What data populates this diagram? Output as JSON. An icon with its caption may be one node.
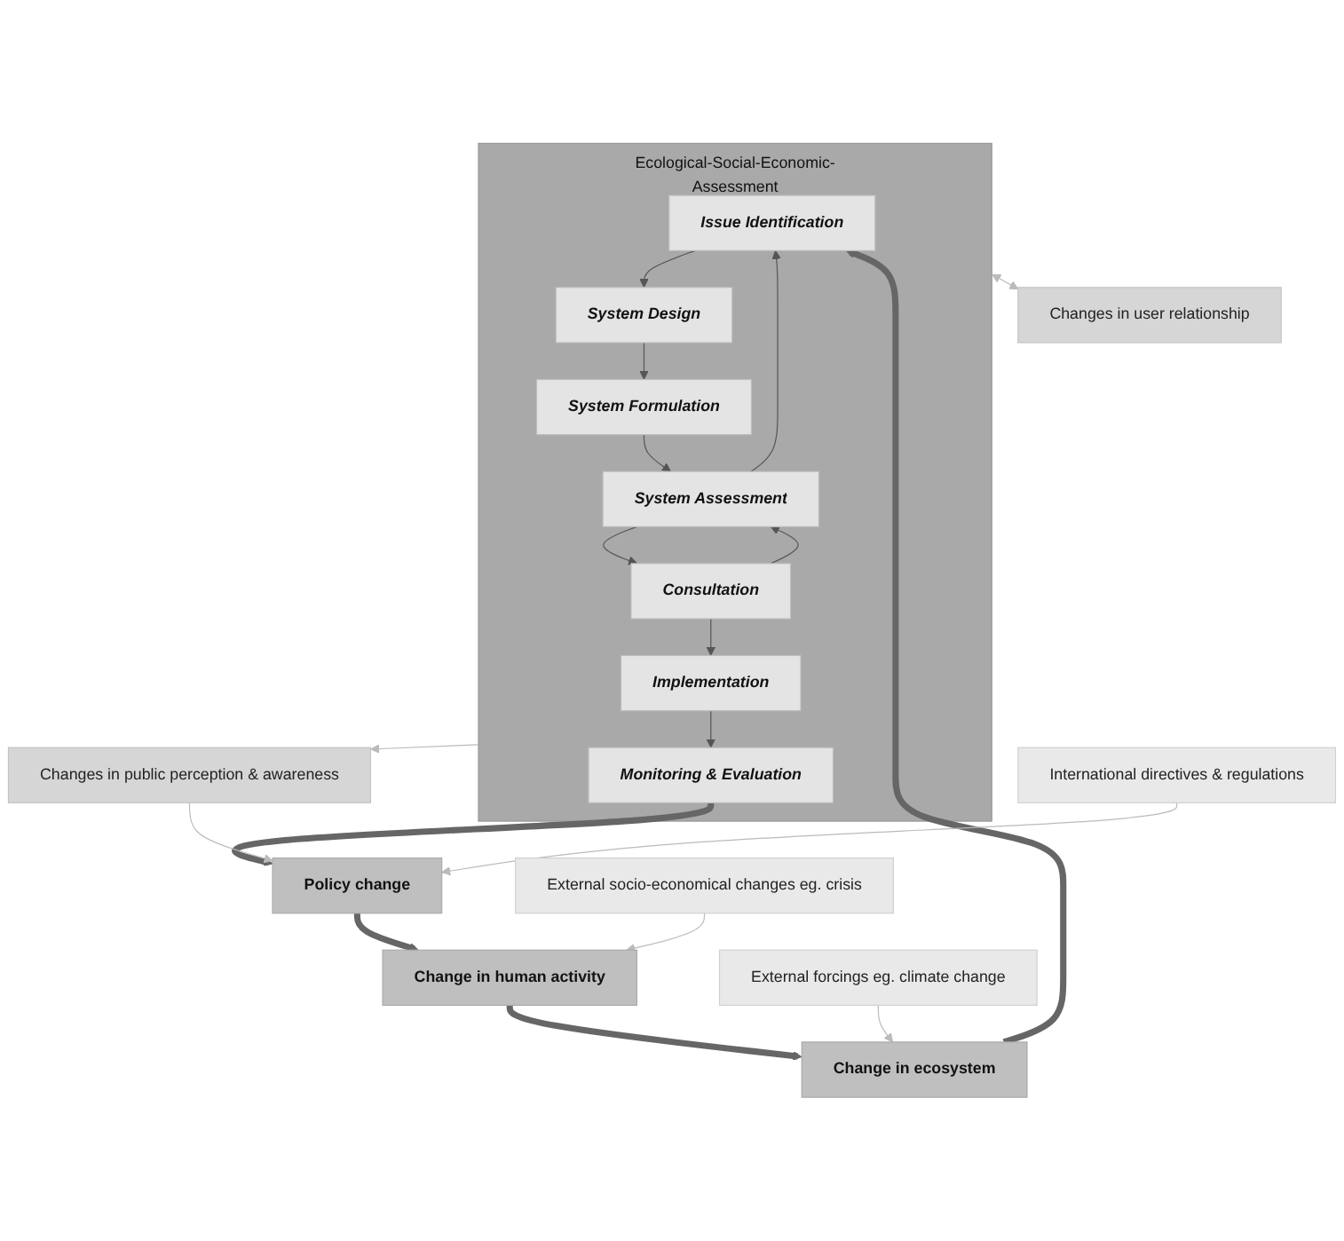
{
  "diagram": {
    "nodes": [
      {
        "text": [
          "Changes in user relationship"
        ]
      },
      {
        "text": [
          "Ecological-Social-Economic-Assessment"
        ]
      },
      {
        "text": [
          "Issue Identification"
        ],
        "in": 1
      },
      {
        "text": [
          "System Design"
        ],
        "in": 1
      },
      {
        "text": [
          "System Formulation"
        ],
        "in": 1
      },
      {
        "text": [
          "System Assessment"
        ],
        "in": 1
      },
      {
        "text": [
          "Consultation"
        ],
        "in": 1
      },
      {
        "text": [
          "Implementation"
        ],
        "in": 1
      },
      {
        "text": [
          "Monitoring & Evaluation"
        ],
        "in": 1
      },
      {
        "text": [
          "External forcings eg. climate change"
        ]
      },
      {
        "text": [
          "External socio-economical changes eg. crisis"
        ]
      },
      {
        "text": [
          "Change in ecosystem"
        ]
      },
      {
        "text": [
          "Change in human activity"
        ]
      },
      {
        "text": [
          "Policy change"
        ]
      },
      {
        "text": [
          "Changes in public perception & awareness"
        ]
      },
      {
        "text": [
          "International directives & regulations"
        ]
      }
    ],
    "edges": [
      {
        "from": 1,
        "to": 0,
        "arrow": "both",
        "color": "#bbbbbb"
      },
      {
        "from": 2,
        "to": 3,
        "arrow": "to"
      },
      {
        "from": 3,
        "to": 4,
        "arrow": "to"
      },
      {
        "from": 4,
        "to": 5,
        "arrow": "to"
      },
      {
        "from": 5,
        "to": 6,
        "arrow": "to"
      },
      {
        "from": 6,
        "to": 5,
        "arrow": "to"
      },
      {
        "from": 5,
        "to": 2,
        "arrow": "to"
      },
      {
        "from": 6,
        "to": 7,
        "arrow": "to"
      },
      {
        "from": 7,
        "to": 8,
        "arrow": "to"
      },
      {
        "from": 8,
        "to": 13,
        "arrow": "to",
        "style": "thick"
      },
      {
        "from": 13,
        "to": 12,
        "arrow": "to",
        "style": "thick"
      },
      {
        "from": 12,
        "to": 11,
        "arrow": "to",
        "style": "thick"
      },
      {
        "from": 11,
        "to": 2,
        "arrow": "to",
        "style": "thick"
      },
      {
        "from": 9,
        "to": 11,
        "arrow": "to",
        "color": "#bbbbbb"
      },
      {
        "from": 10,
        "to": 12,
        "arrow": "to",
        "color": "#bbbbbb"
      },
      {
        "from": 14,
        "to": 13,
        "arrow": "to",
        "color": "#bbbbbb"
      },
      {
        "from": 15,
        "to": 13,
        "arrow": "to",
        "color": "#bbbbbb"
      },
      {
        "from": 1,
        "to": 14,
        "arrow": "to",
        "color": "#bbbbbb"
      }
    ]
  }
}
